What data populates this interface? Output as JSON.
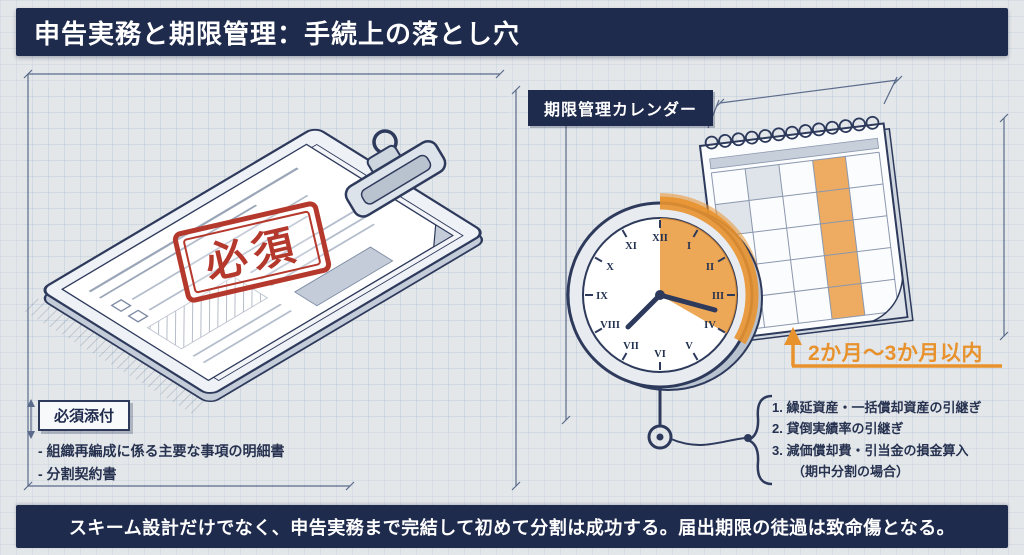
{
  "header": {
    "title": "申告実務と期限管理：手続上の落とし穴"
  },
  "stamp": {
    "label": "必須"
  },
  "calendar": {
    "label": "期限管理カレンダー"
  },
  "attachments": {
    "title": "必須添付",
    "items": [
      "- 組織再編成に係る主要な事項の明細書",
      "- 分割契約書"
    ]
  },
  "deadline": {
    "label": "2か月〜3か月以内"
  },
  "carryover": {
    "items": [
      "1. 繰延資産・一括償却資産の引継ぎ",
      "2. 貸倒実績率の引継ぎ",
      "3. 減価償却費・引当金の損金算入",
      "（期中分割の場合）"
    ]
  },
  "footer": {
    "text": "スキーム設計だけでなく、申告実務まで完結して初めて分割は成功する。届出期限の徒過は致命傷となる。"
  },
  "colors": {
    "navy": "#1f2b4d",
    "orange": "#e8922d",
    "red": "#b5382c",
    "line_dark": "#2e3a5c",
    "background": "#e4e7ea"
  }
}
